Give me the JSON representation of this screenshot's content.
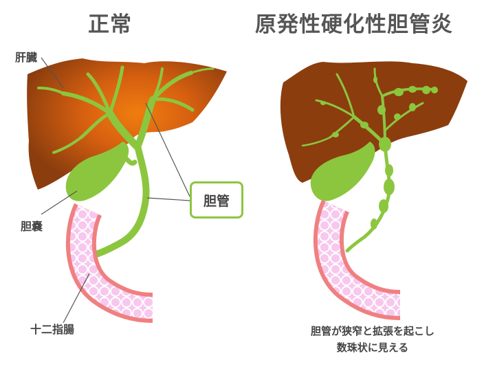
{
  "titles": {
    "normal": "正常",
    "psc": "原発性硬化性胆管炎"
  },
  "labels": {
    "liver": "肝臓",
    "gallbladder": "胆嚢",
    "duodenum": "十二指腸",
    "bile_duct": "胆管"
  },
  "caption": {
    "line1": "胆管が狭窄と拡張を起こし",
    "line2": "数珠状に見える"
  },
  "colors": {
    "liver_dark": "#8b3d0e",
    "liver_highlight": "#f07d0f",
    "bile_green": "#8cc63f",
    "duodenum_outer": "#f08080",
    "duodenum_inner": "#f7c7ee",
    "leader_line": "#555555"
  }
}
